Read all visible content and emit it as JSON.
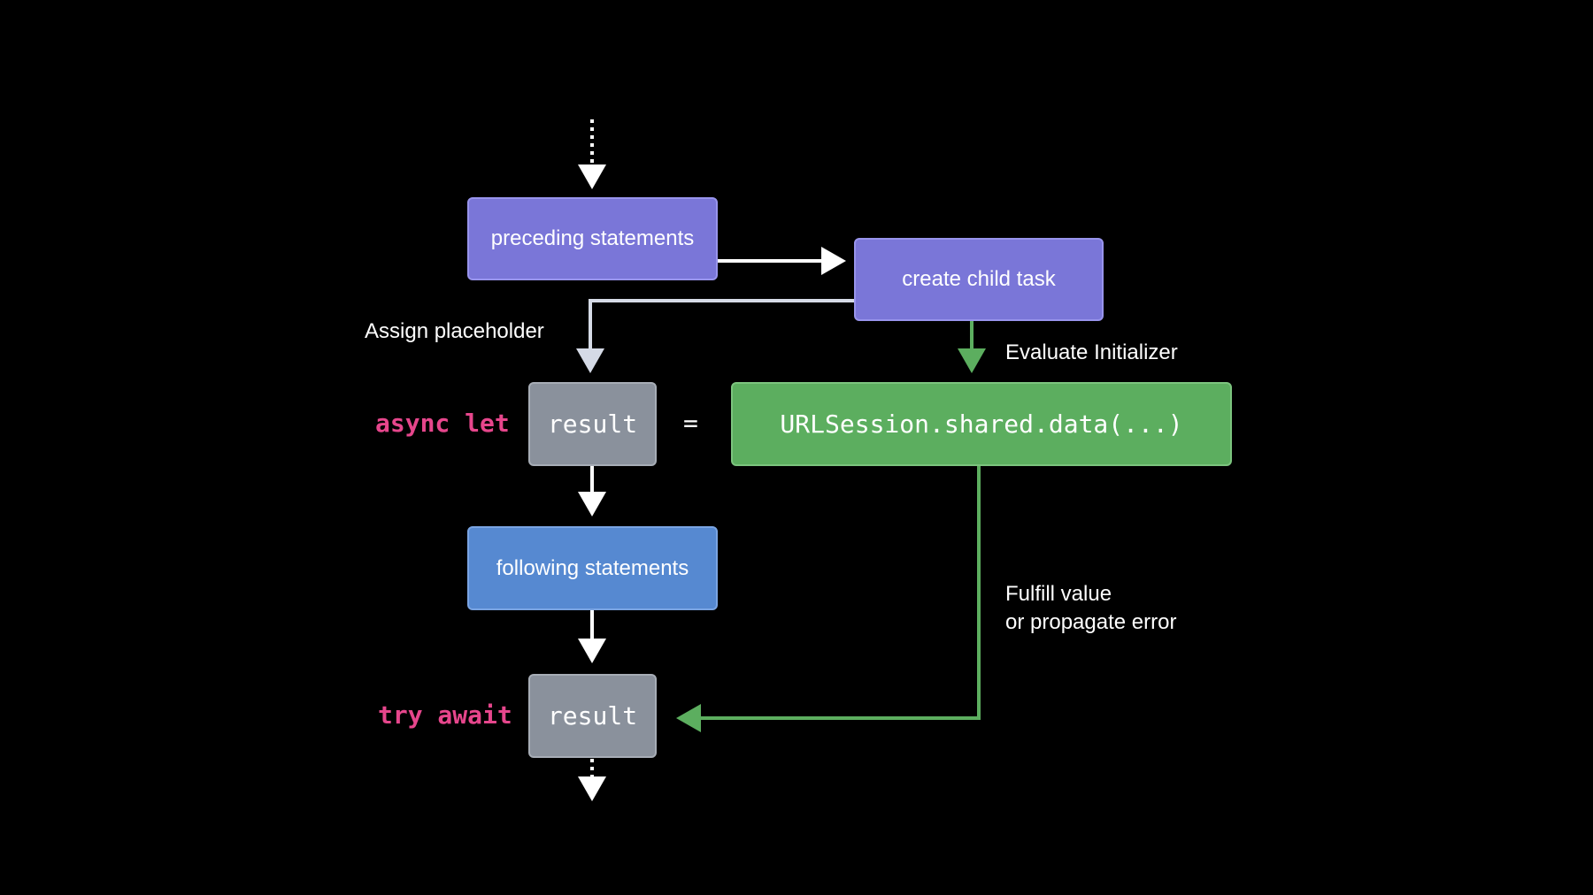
{
  "nodes": {
    "preceding": "preceding statements",
    "create_child": "create child task",
    "result_top": "result",
    "initializer": "URLSession.shared.data(...)",
    "following": "following statements",
    "result_bottom": "result"
  },
  "keywords": {
    "async_let": "async let",
    "try_await": "try await",
    "equals": "="
  },
  "edge_labels": {
    "assign_placeholder": "Assign placeholder",
    "evaluate_initializer": "Evaluate Initializer",
    "fulfill_line1": "Fulfill value",
    "fulfill_line2": "or propagate error"
  },
  "colors": {
    "task_purple": "#7a76d8",
    "statement_blue": "#5689d1",
    "variable_gray": "#8a919c",
    "initializer_green": "#5cae5f",
    "keyword_pink": "#e6468c",
    "placeholder_arrow": "#d5dae6"
  }
}
